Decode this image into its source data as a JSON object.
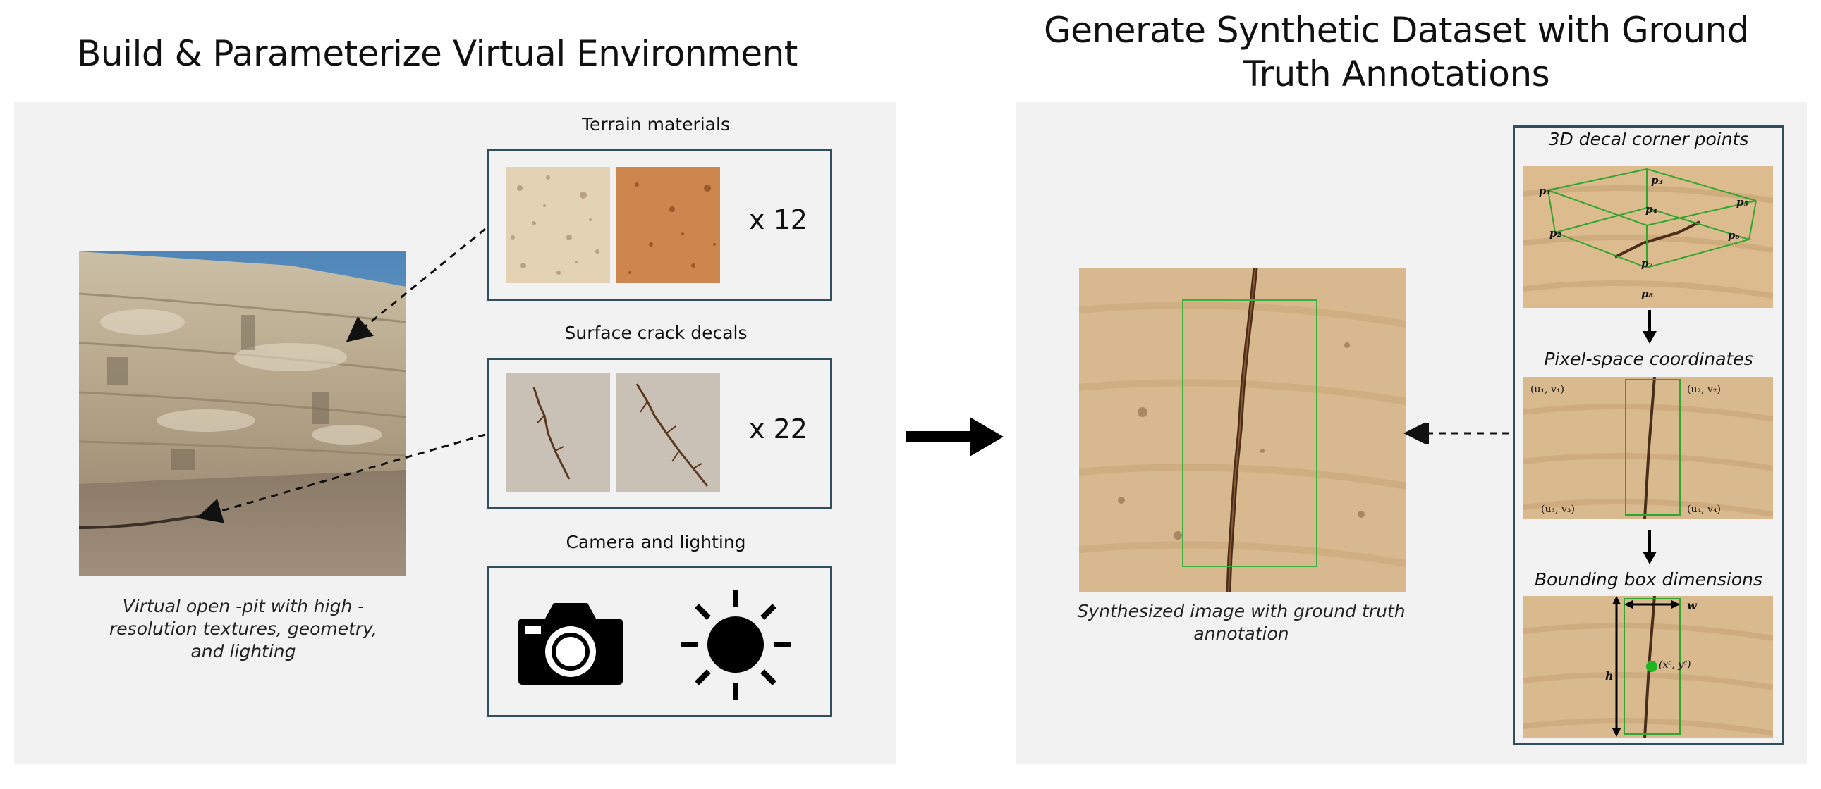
{
  "left": {
    "title": "Build & Parameterize Virtual Environment",
    "caption": [
      "Virtual open -pit with high -",
      "resolution textures, geometry,",
      "and lighting"
    ],
    "terrain": {
      "label": "Terrain materials",
      "count": "x 12"
    },
    "cracks": {
      "label": "Surface crack decals",
      "count": "x 22"
    },
    "camera": {
      "label": "Camera and lighting"
    }
  },
  "right": {
    "title": [
      "Generate Synthetic Dataset with Ground",
      "Truth Annotations"
    ],
    "caption": [
      "Synthesized image with ground truth",
      "annotation"
    ],
    "steps": [
      {
        "label": "3D decal corner points",
        "points": [
          "p₁",
          "p₂",
          "p₃",
          "p₄",
          "p₅",
          "p₆",
          "p₇",
          "p₈"
        ]
      },
      {
        "label": "Pixel-space coordinates",
        "coords": [
          "(u₁, v₁)",
          "(u₂, v₂)",
          "(u₃, v₃)",
          "(u₄, v₄)"
        ]
      },
      {
        "label": "Bounding box dimensions",
        "w": "w",
        "h": "h",
        "center": "(xᶜ, yᶜ)"
      }
    ]
  },
  "colors": {
    "box_border": "#2f4f5f",
    "annotation_green": "#3cb03c",
    "panel_bg": "#f2f2f2"
  }
}
